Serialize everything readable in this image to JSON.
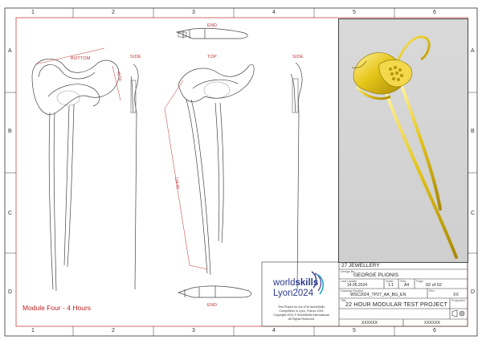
{
  "frame": {
    "columns": [
      "1",
      "2",
      "3",
      "4",
      "5",
      "6"
    ],
    "rows": [
      "A",
      "B",
      "C",
      "D"
    ]
  },
  "views": {
    "bottom": "BOTTOM",
    "side_left": "SIDE",
    "end_top": "END",
    "top": "TOP",
    "side_right": "SIDE",
    "end_bottom": "END"
  },
  "dimensions": {
    "bottom_width": "42.50",
    "top_length": "118.00"
  },
  "module_note": "Module Four - 4 Hours",
  "logo": {
    "line1_light": "world",
    "line1_bold": "skills",
    "line2": "Lyon2024"
  },
  "copyright_lines": [
    "Test Project for the 47th WorldSkills",
    "Competition in Lyon, France 2024",
    "Copyright 2024 © WorldSkills International",
    "All Rights Reserved"
  ],
  "title_block": {
    "skill": "27 JEWELLERY",
    "design_label": "Design By",
    "designer": "GEORGE PLIONIS",
    "date_label": "Last Update",
    "date": "14.05.2024",
    "scale_label": "Scale",
    "scale": "1:1",
    "size_label": "Size",
    "size": "A4",
    "page_label": "Page",
    "page": "02 of 02",
    "drawing_no_label": "Drawing Number",
    "drawing_no": "WSC2024_TP27_AA_BG_EN",
    "rev_label": "Rev",
    "rev": "XX",
    "title_label": "Title",
    "title": "22 HOUR MODULAR TEST PROJECT",
    "proj_label": "Projection",
    "code_left": "XXXXXX",
    "code_right": "XXXXXX"
  },
  "colors": {
    "gold": "#e6c619",
    "gold_dark": "#a98a06",
    "frame_red": "#c03030",
    "logo_blue": "#2b3a8f"
  }
}
